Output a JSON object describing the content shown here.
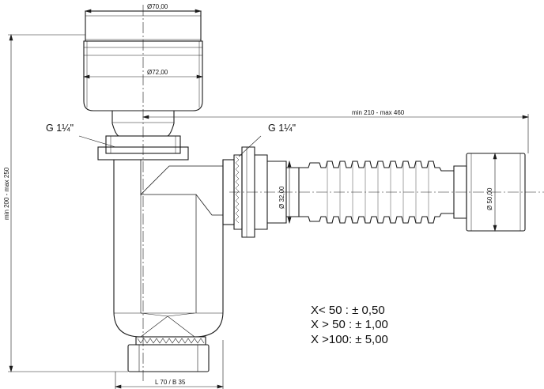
{
  "dimensions": {
    "top_diameter": "Ø70,00",
    "cap_diameter": "Ø72,00",
    "pipe_diameter": "Ø 32,00",
    "outlet_diameter": "Ø 50,00",
    "horizontal_range": "min  210 -  max 460",
    "vertical_range": "min  200 - max  250",
    "bottom_length": "L 70  /  B 35"
  },
  "labels": {
    "thread_top": "G 1¼\"",
    "thread_side": "G 1¼\""
  },
  "tolerances": [
    "X<  50 : ± 0,50",
    "X > 50 : ± 1,00",
    "X >100: ± 5,00"
  ],
  "colors": {
    "line": "#1a1a1a",
    "fill": "#ffffff"
  }
}
